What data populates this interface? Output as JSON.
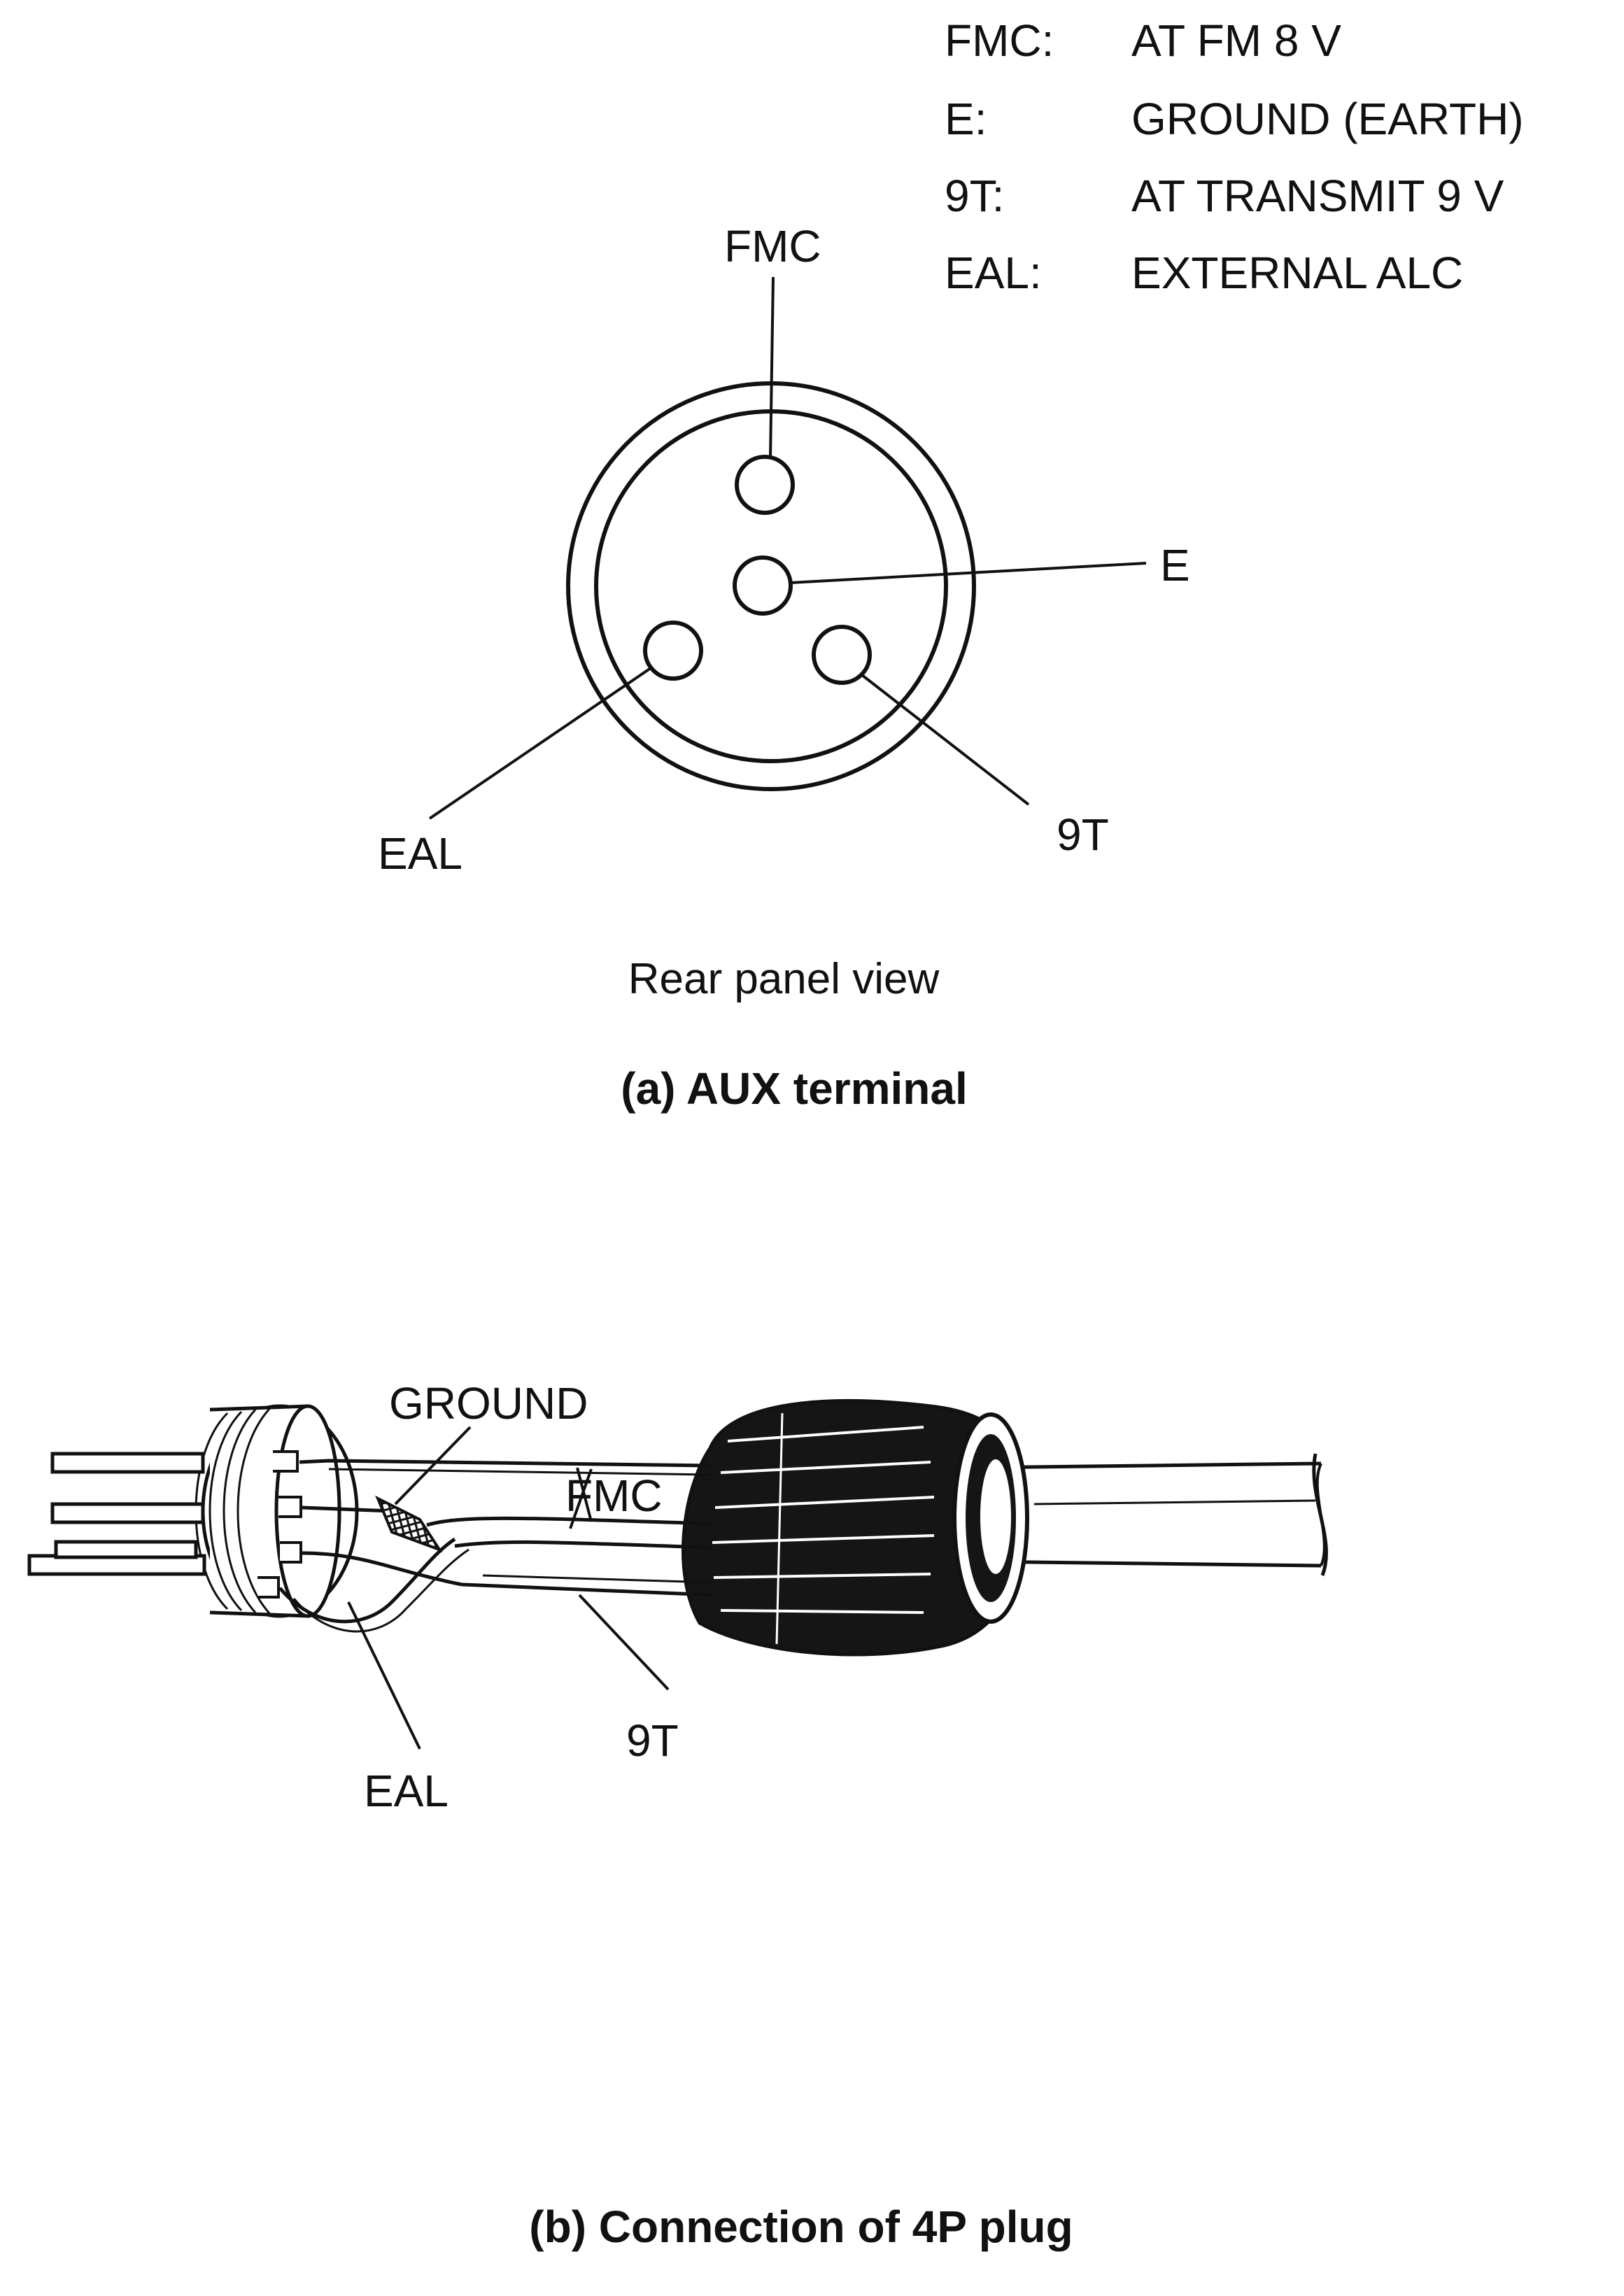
{
  "legend": {
    "items": [
      {
        "code": "FMC:",
        "desc": "AT FM 8 V"
      },
      {
        "code": "E:",
        "desc": "GROUND (EARTH)"
      },
      {
        "code": "9T:",
        "desc": "AT TRANSMIT 9 V"
      },
      {
        "code": "EAL:",
        "desc": "EXTERNAL ALC"
      }
    ]
  },
  "terminal": {
    "pins": {
      "fmc": "FMC",
      "e": "E",
      "t9": "9T",
      "eal": "EAL"
    },
    "view_label": "Rear panel view",
    "caption": "(a) AUX terminal"
  },
  "plug": {
    "labels": {
      "ground": "GROUND",
      "fmc": "FMC",
      "t9": "9T",
      "eal": "EAL"
    },
    "caption": "(b) Connection of 4P plug"
  }
}
